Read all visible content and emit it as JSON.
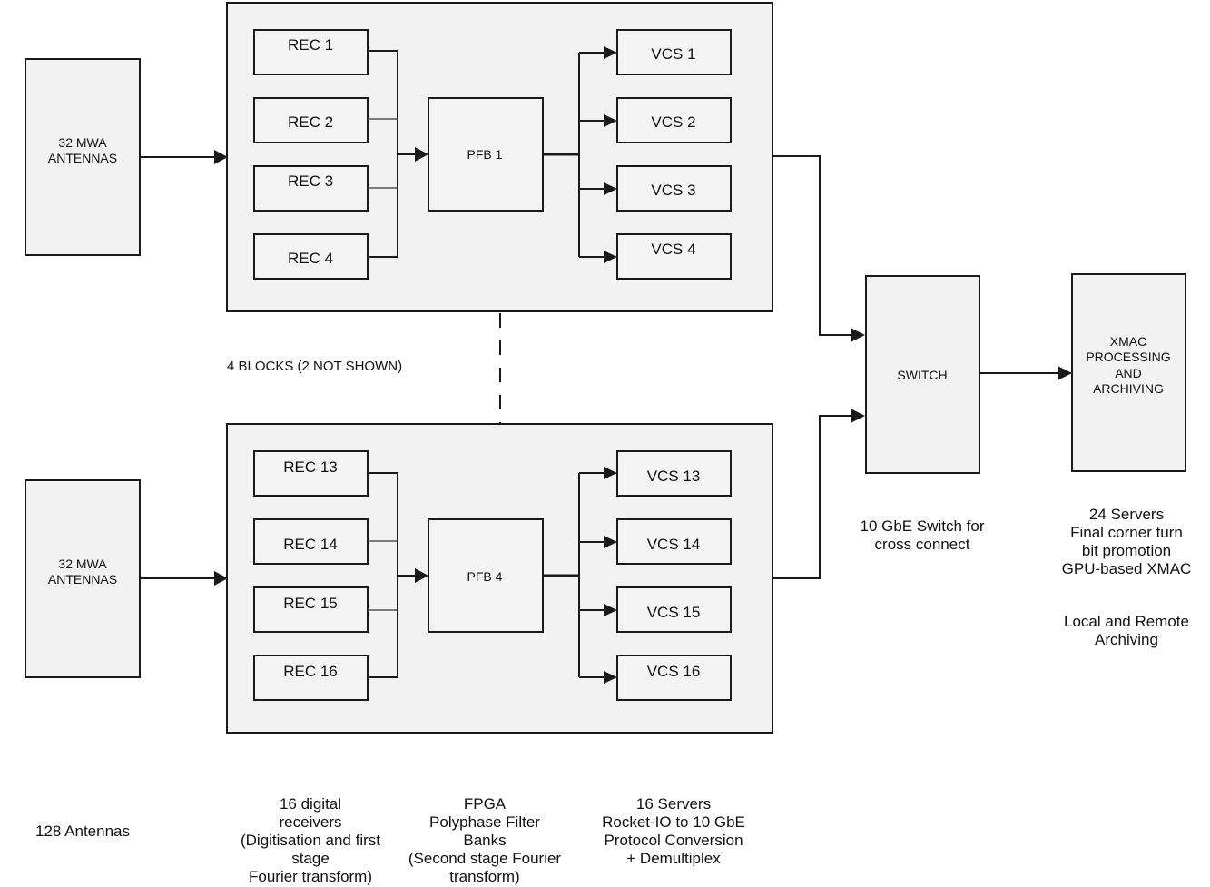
{
  "antennas": {
    "top": [
      "32 MWA",
      "ANTENNAS"
    ],
    "bottom": [
      "32 MWA",
      "ANTENNAS"
    ]
  },
  "block_top": {
    "receivers": [
      "REC 1",
      "REC 2",
      "REC 3",
      "REC 4"
    ],
    "pfb": "PFB 1",
    "vcs": [
      "VCS 1",
      "VCS 2",
      "VCS 3",
      "VCS 4"
    ]
  },
  "block_bottom": {
    "receivers": [
      "REC 13",
      "REC 14",
      "REC 15",
      "REC 16"
    ],
    "pfb": "PFB 4",
    "vcs": [
      "VCS 13",
      "VCS 14",
      "VCS 15",
      "VCS 16"
    ]
  },
  "blocks_note": "4 BLOCKS (2 NOT SHOWN)",
  "switch": {
    "label": "SWITCH",
    "caption": [
      "10 GbE Switch for",
      "cross connect"
    ]
  },
  "xmac": {
    "label": [
      "XMAC",
      "PROCESSING",
      "AND",
      "ARCHIVING"
    ],
    "caption": [
      "24 Servers",
      "Final corner turn",
      "bit promotion",
      "GPU-based XMAC"
    ],
    "caption2": [
      "Local and Remote",
      "Archiving"
    ]
  },
  "captions": {
    "antennas": [
      "128 Antennas"
    ],
    "receivers": [
      "16 digital",
      "receivers",
      "(Digitisation and first",
      "stage",
      "Fourier transform)"
    ],
    "fpga": [
      "FPGA",
      "Polyphase Filter",
      "Banks",
      "(Second stage Fourier",
      "transform)"
    ],
    "servers": [
      "16 Servers",
      "Rocket-IO to 10 GbE",
      "Protocol Conversion",
      "+ Demultiplex"
    ]
  }
}
